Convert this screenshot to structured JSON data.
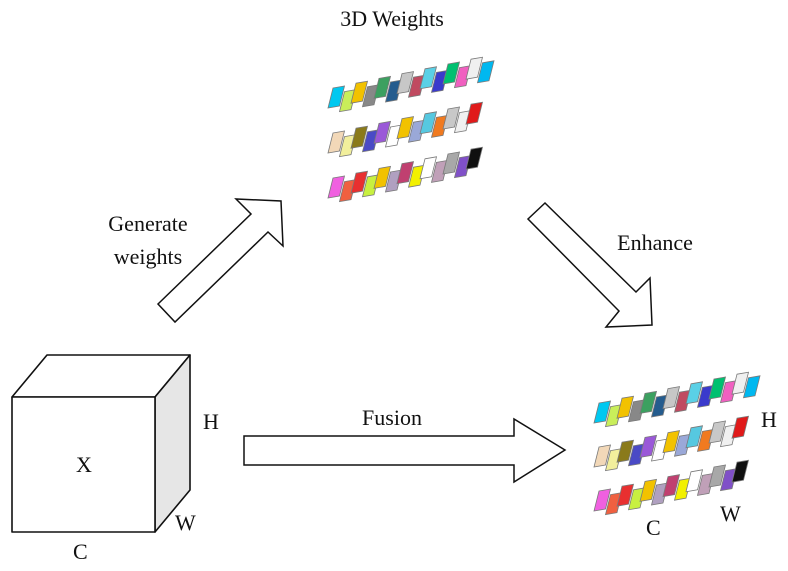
{
  "labels": {
    "title": "3D Weights",
    "generate_line1": "Generate",
    "generate_line2": "weights",
    "enhance": "Enhance",
    "fusion": "Fusion",
    "cube_x": "X",
    "cube_h": "H",
    "cube_w": "W",
    "cube_c": "C",
    "out_h": "H",
    "out_w": "W",
    "out_c": "C"
  },
  "weight_rows": [
    [
      "#00c8f0",
      "#c9ee5a",
      "#f2c200",
      "#888888",
      "#3ca060",
      "#255c8e",
      "#c7c7c7",
      "#c04a60",
      "#5ad0e6",
      "#3a3acc",
      "#00c070",
      "#f060c0",
      "#f0f0f0",
      "#00b8f0"
    ],
    [
      "#f2d8b8",
      "#f2ef9c",
      "#8a7a1a",
      "#4a4ac6",
      "#9a58d8",
      "#ffffff",
      "#f2c200",
      "#9aa8d8",
      "#56c8e0",
      "#f07a20",
      "#c8c8c8",
      "#f0f0f0",
      "#e01a1a"
    ],
    [
      "#f060e0",
      "#f06040",
      "#e83030",
      "#c8f040",
      "#f2c200",
      "#b0a0c0",
      "#c04070",
      "#f2f000",
      "#ffffff",
      "#c0a0b8",
      "#a8a8a8",
      "#8050c8",
      "#101010"
    ]
  ]
}
